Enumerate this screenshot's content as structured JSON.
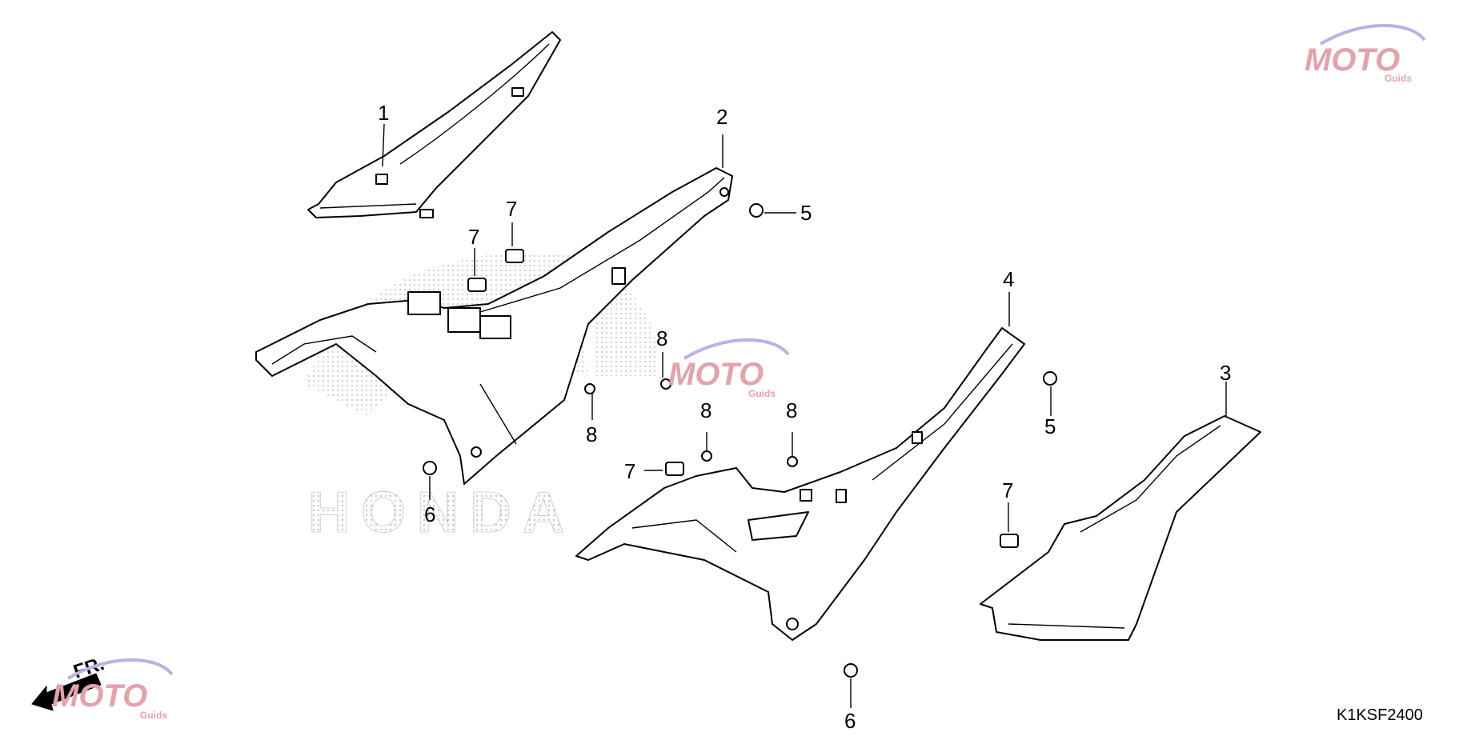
{
  "diagram": {
    "code": "K1KSF2400",
    "front_label": "FR.",
    "callouts": [
      "1",
      "2",
      "3",
      "4",
      "5",
      "5",
      "6",
      "6",
      "7",
      "7",
      "7",
      "7",
      "8",
      "8",
      "8",
      "8"
    ]
  },
  "watermark": {
    "brand": "MOTO",
    "sub": "Guids",
    "text_color": "#e2a3ad",
    "arc_color": "#b9b2e3"
  },
  "background_logo": "HONDA"
}
